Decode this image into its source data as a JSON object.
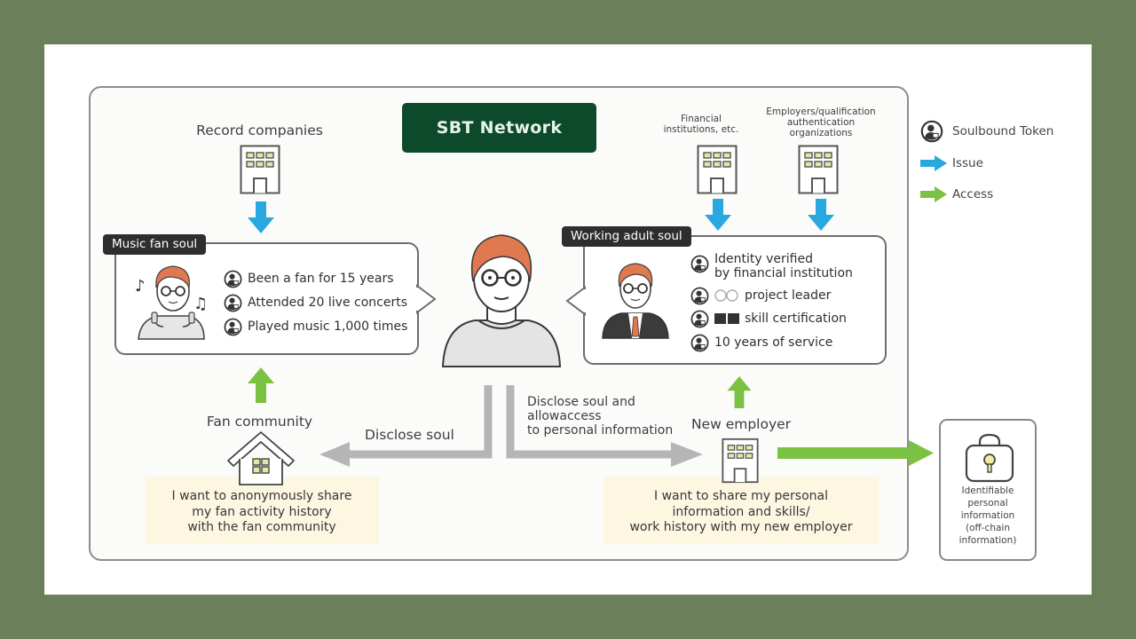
{
  "title": "SBT Network",
  "issuers": {
    "record_companies": "Record companies",
    "financial": [
      "Financial",
      "institutions, etc."
    ],
    "employers": [
      "Employers/qualification",
      "authentication",
      "organizations"
    ]
  },
  "legend": {
    "items": [
      {
        "icon": "soulbound-token-icon",
        "label": "Soulbound Token"
      },
      {
        "icon": "issue-arrow-icon",
        "label": "Issue",
        "color": "#29a8e0"
      },
      {
        "icon": "access-arrow-icon",
        "label": "Access",
        "color": "#7cc242"
      }
    ]
  },
  "music_soul": {
    "tag": "Music fan soul",
    "items": [
      "Been a fan for 15 years",
      "Attended 20 live concerts",
      "Played music 1,000 times"
    ]
  },
  "work_soul": {
    "tag": "Working adult soul",
    "items": [
      {
        "line1": "Identity verified",
        "line2": "by financial institution"
      },
      {
        "prefix_icon": "hollow-circles",
        "line1": "project leader"
      },
      {
        "prefix_icon": "filled-squares",
        "line1": "skill certification"
      },
      {
        "line1": "10 years of service"
      }
    ]
  },
  "flows": {
    "disclose_soul": "Disclose soul",
    "disclose_allow": [
      "Disclose soul and",
      "allowaccess",
      "to personal information"
    ]
  },
  "fan_community": {
    "label": "Fan community",
    "note": [
      "I want to anonymously share",
      "my fan activity history",
      "with the fan community"
    ]
  },
  "new_employer": {
    "label": "New employer",
    "note": [
      "I want to share my personal",
      "information and skills/",
      "work history with my new employer"
    ]
  },
  "pii": {
    "lines": [
      "Identifiable",
      "personal",
      "information",
      "(off-chain",
      "information)"
    ]
  },
  "colors": {
    "background": "#6b805a",
    "title_badge": "#0d4a2b",
    "issue": "#29a8e0",
    "access": "#7cc242",
    "flow": "#b5b5b5",
    "note_bg": "#fdf7e2",
    "hair": "#e07850"
  }
}
